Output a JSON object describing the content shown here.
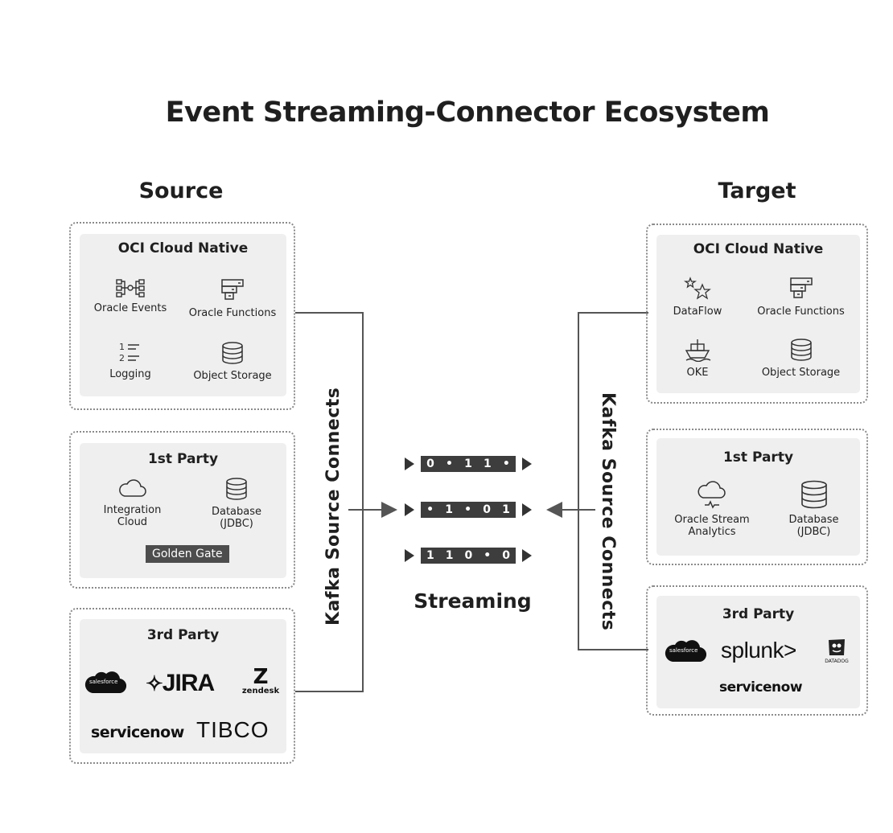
{
  "title": "Event Streaming-Connector Ecosystem",
  "source": {
    "heading": "Source",
    "oci": {
      "title": "OCI Cloud Native",
      "items": [
        "Oracle Events",
        "Oracle Functions",
        "Logging",
        "Object Storage"
      ]
    },
    "first_party": {
      "title": "1st Party",
      "items": [
        "Integration Cloud",
        "Database (JDBC)"
      ],
      "badge": "Golden Gate"
    },
    "third_party": {
      "title": "3rd Party",
      "logos": [
        "salesforce",
        "JIRA",
        "zendesk",
        "servicenow",
        "TIBCO"
      ]
    },
    "connector_label": "Kafka Source Connects"
  },
  "target": {
    "heading": "Target",
    "oci": {
      "title": "OCI Cloud Native",
      "items": [
        "DataFlow",
        "Oracle Functions",
        "OKE",
        "Object Storage"
      ]
    },
    "first_party": {
      "title": "1st Party",
      "items": [
        "Oracle Stream Analytics",
        "Database (JDBC)"
      ]
    },
    "third_party": {
      "title": "3rd Party",
      "logos": [
        "salesforce",
        "splunk>",
        "DATADOG",
        "servicenow"
      ]
    },
    "connector_label": "Kafka Source Connects"
  },
  "streaming": {
    "label": "Streaming",
    "rows": [
      [
        "0",
        "•",
        "1",
        "1",
        "•"
      ],
      [
        "•",
        "1",
        "•",
        "0",
        "1"
      ],
      [
        "1",
        "1",
        "0",
        "•",
        "0"
      ]
    ]
  },
  "colors": {
    "panel": "#efefef",
    "dark": "#3d3d3d",
    "line": "#555555"
  }
}
